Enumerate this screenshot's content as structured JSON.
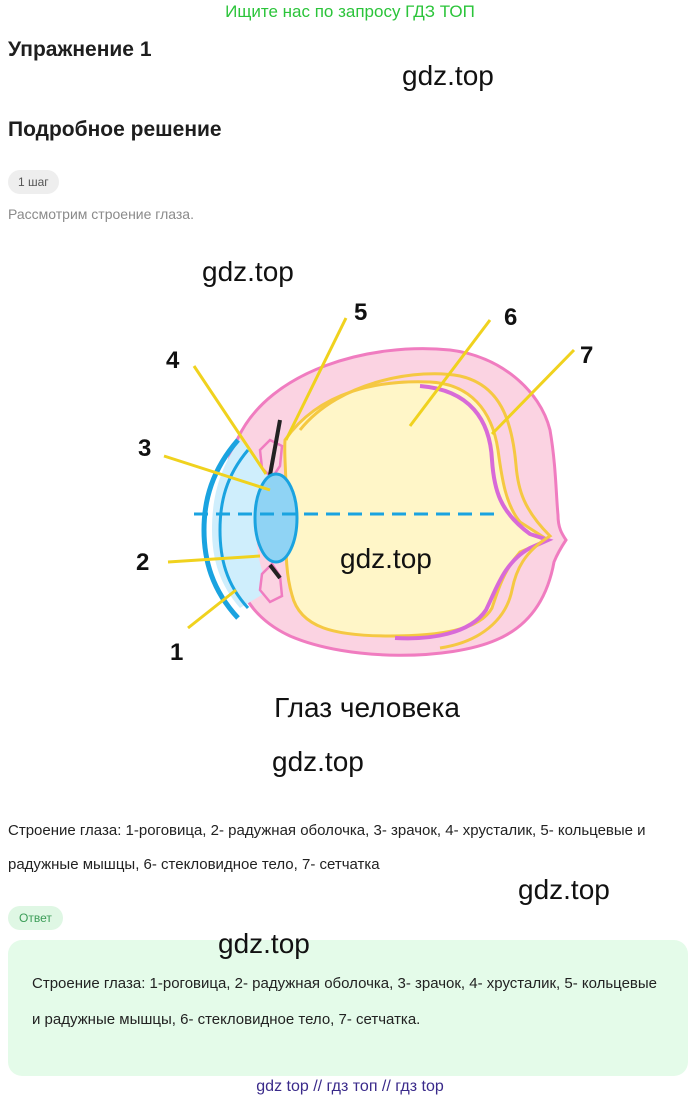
{
  "banner": "Ищите нас по запросу ГДЗ ТОП",
  "exercise_title": "Упражнение 1",
  "solution_title": "Подробное решение",
  "step_label": "1 шаг",
  "step_text": "Рассмотрим строение глаза.",
  "watermark": "gdz.top",
  "figure": {
    "labels": [
      "1",
      "2",
      "3",
      "4",
      "5",
      "6",
      "7"
    ],
    "caption": "Глаз человека",
    "colors": {
      "cornea": "#1aa3e0",
      "anterior_chamber": "#cfeefc",
      "lens": "#8fd3f4",
      "sclera_fill": "#fbd3e2",
      "sclera_line": "#f07cc0",
      "vitreous": "#fff6c8",
      "retina": "#f5c842",
      "choroid": "#d86ad8",
      "pointer": "#f0d21e"
    }
  },
  "structure_text": "Строение глаза: 1-роговица, 2- радужная оболочка, 3- зрачок, 4- хрусталик, 5- кольцевые и радужные мышцы, 6- стекловидное тело, 7- сетчатка",
  "answer_label": "Ответ",
  "answer_text": "Строение глаза: 1-роговица, 2- радужная оболочка, 3- зрачок, 4- хрусталик, 5- кольцевые и радужные мышцы, 6- стекловидное тело, 7- сетчатка.",
  "footer": "gdz top  //  гдз топ  //  гдз top"
}
